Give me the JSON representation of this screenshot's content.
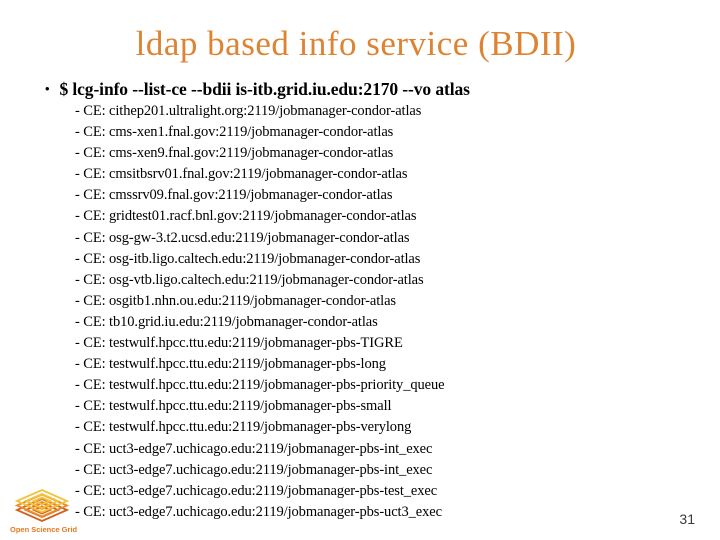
{
  "slide": {
    "title": "ldap based info service (BDII)",
    "bullet_marker": "•",
    "command": "$ lcg-info --list-ce --bdii is-itb.grid.iu.edu:2170 --vo atlas",
    "ce_entries": [
      "- CE: cithep201.ultralight.org:2119/jobmanager-condor-atlas",
      "- CE: cms-xen1.fnal.gov:2119/jobmanager-condor-atlas",
      "- CE: cms-xen9.fnal.gov:2119/jobmanager-condor-atlas",
      "- CE: cmsitbsrv01.fnal.gov:2119/jobmanager-condor-atlas",
      "- CE: cmssrv09.fnal.gov:2119/jobmanager-condor-atlas",
      "- CE: gridtest01.racf.bnl.gov:2119/jobmanager-condor-atlas",
      "- CE: osg-gw-3.t2.ucsd.edu:2119/jobmanager-condor-atlas",
      "- CE: osg-itb.ligo.caltech.edu:2119/jobmanager-condor-atlas",
      "- CE: osg-vtb.ligo.caltech.edu:2119/jobmanager-condor-atlas",
      "- CE: osgitb1.nhn.ou.edu:2119/jobmanager-condor-atlas",
      "- CE: tb10.grid.iu.edu:2119/jobmanager-condor-atlas",
      "- CE: testwulf.hpcc.ttu.edu:2119/jobmanager-pbs-TIGRE",
      "- CE: testwulf.hpcc.ttu.edu:2119/jobmanager-pbs-long",
      "- CE: testwulf.hpcc.ttu.edu:2119/jobmanager-pbs-priority_queue",
      "- CE: testwulf.hpcc.ttu.edu:2119/jobmanager-pbs-small",
      "- CE: testwulf.hpcc.ttu.edu:2119/jobmanager-pbs-verylong",
      "- CE: uct3-edge7.uchicago.edu:2119/jobmanager-pbs-int_exec",
      "- CE: uct3-edge7.uchicago.edu:2119/jobmanager-pbs-int_exec",
      "- CE: uct3-edge7.uchicago.edu:2119/jobmanager-pbs-test_exec",
      "- CE: uct3-edge7.uchicago.edu:2119/jobmanager-pbs-uct3_exec"
    ],
    "logo_text": "Open Science Grid",
    "page_number": "31"
  },
  "colors": {
    "title": "#dd8433",
    "body": "#000000",
    "logo_text": "#e8791b",
    "page_number": "#3a3a3a",
    "logo_layer_top": "#f2c340",
    "logo_layer_mid": "#ec8c28",
    "logo_layer_bottom": "#d2601e"
  }
}
